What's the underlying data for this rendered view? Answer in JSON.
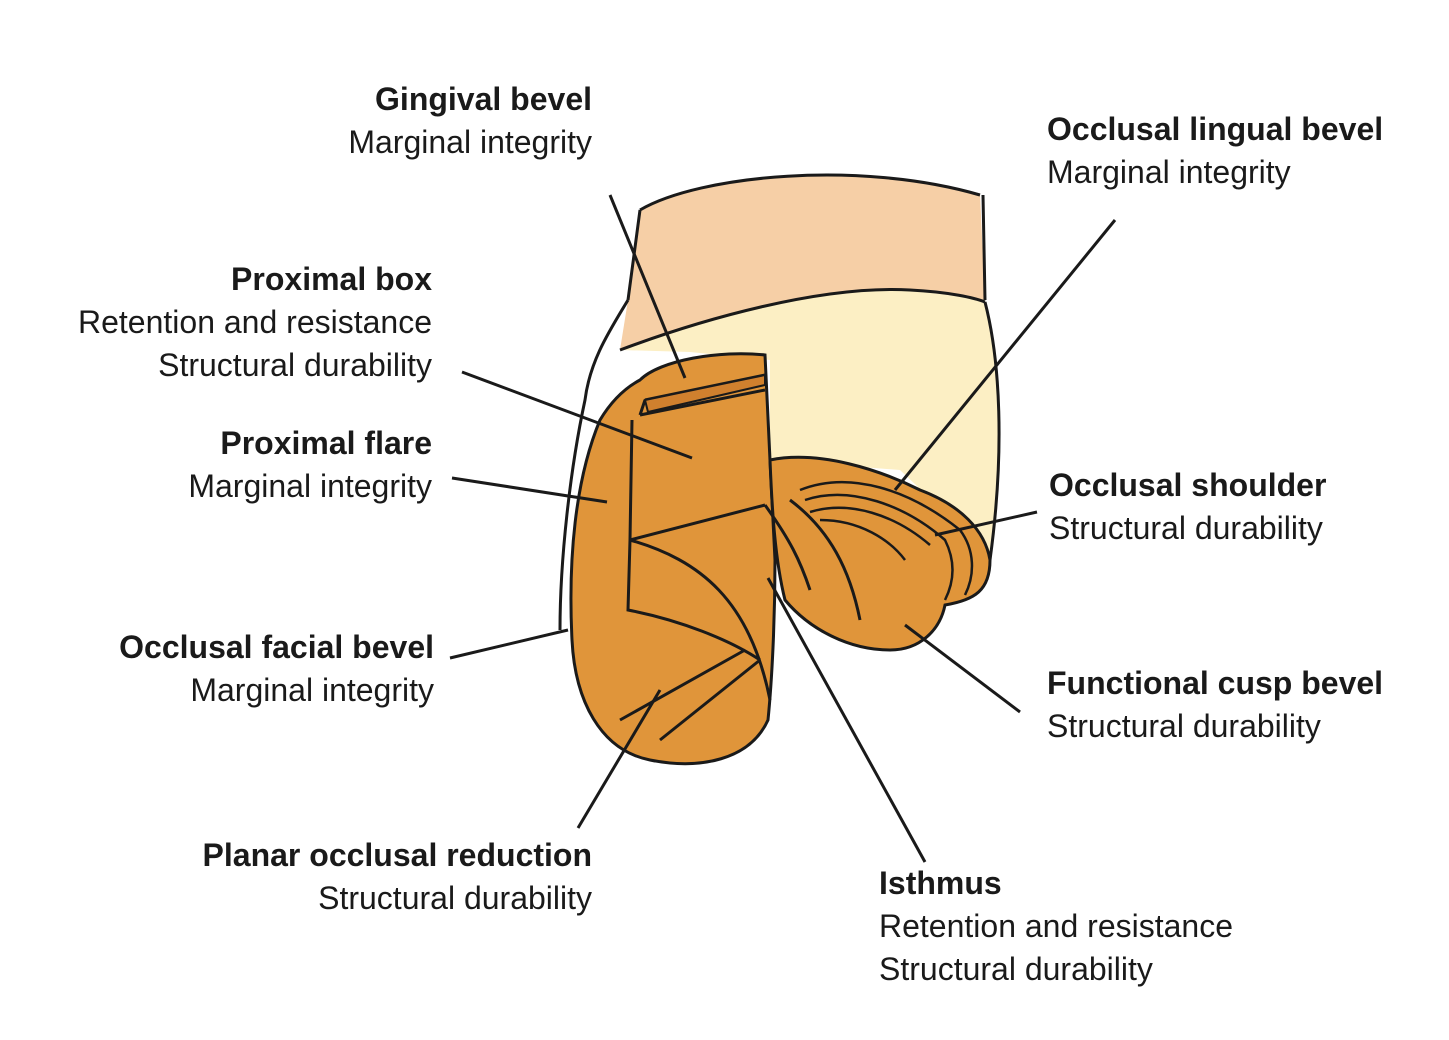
{
  "colors": {
    "background": "#ffffff",
    "gum_pink": "#f6cfa6",
    "tooth_cream": "#fcefc4",
    "prep_orange": "#e0953a",
    "outline": "#1a1a1a"
  },
  "labels": {
    "gingival_bevel": {
      "name": "Gingival bevel",
      "notes": [
        "Marginal integrity"
      ]
    },
    "occlusal_lingual_bevel": {
      "name": "Occlusal lingual bevel",
      "notes": [
        "Marginal integrity"
      ]
    },
    "proximal_box": {
      "name": "Proximal box",
      "notes": [
        "Retention and resistance",
        "Structural durability"
      ]
    },
    "proximal_flare": {
      "name": "Proximal flare",
      "notes": [
        "Marginal integrity"
      ]
    },
    "occlusal_shoulder": {
      "name": "Occlusal shoulder",
      "notes": [
        "Structural durability"
      ]
    },
    "occlusal_facial_bevel": {
      "name": "Occlusal facial bevel",
      "notes": [
        "Marginal integrity"
      ]
    },
    "functional_cusp_bevel": {
      "name": "Functional cusp bevel",
      "notes": [
        "Structural durability"
      ]
    },
    "planar_occlusal_reduction": {
      "name": "Planar occlusal reduction",
      "notes": [
        "Structural durability"
      ]
    },
    "isthmus": {
      "name": "Isthmus",
      "notes": [
        "Retention and resistance",
        "Structural durability"
      ]
    }
  }
}
